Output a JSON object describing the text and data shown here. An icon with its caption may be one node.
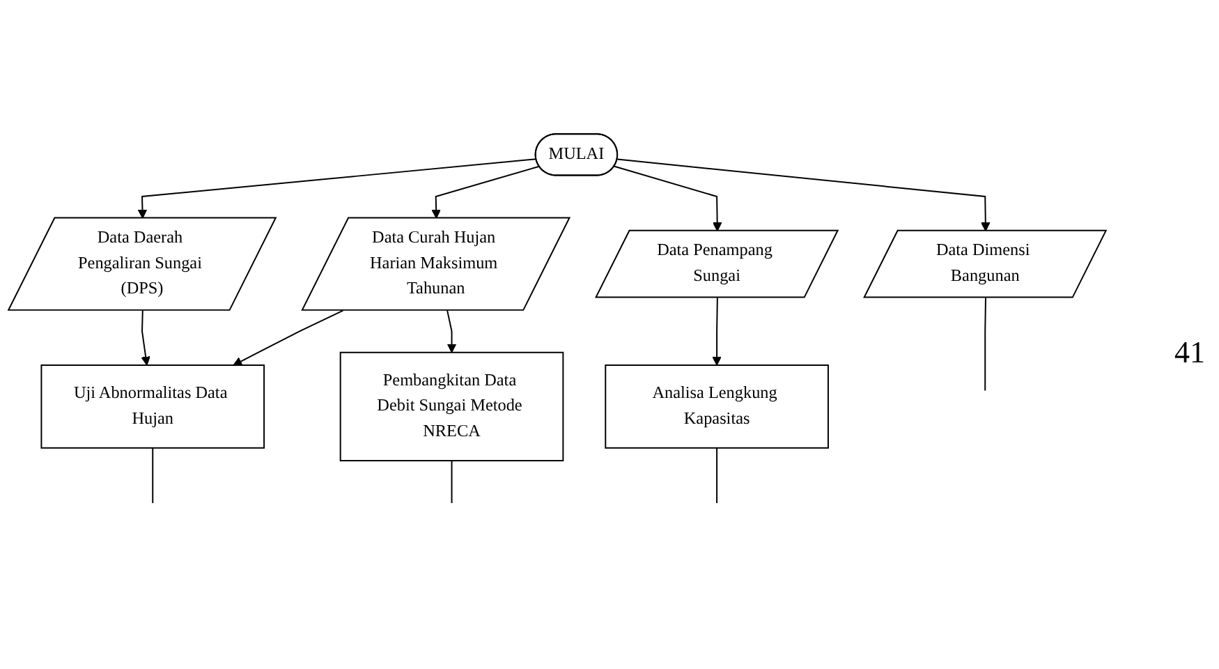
{
  "diagram": {
    "nodes": [
      {
        "text": [
          "MULAI"
        ]
      },
      {
        "text": [
          "Data Daerah Pengaliran Sungai (DPS)"
        ]
      },
      {
        "text": [
          "Data Curah Hujan Harian Maksimum Tahunan"
        ]
      },
      {
        "text": [
          "Data Penampang Sungai"
        ]
      },
      {
        "text": [
          "Data Dimensi Bangunan"
        ]
      },
      {
        "text": [
          "Uji Abnormalitas Data Hujan"
        ]
      },
      {
        "text": [
          "Pembangkitan Data Debit Sungai Metode NRECA"
        ]
      },
      {
        "text": [
          "Analisa Lengkung Kapasitas"
        ]
      }
    ],
    "edges": [
      {
        "from": 0,
        "to": 1,
        "arrow": "to"
      },
      {
        "from": 0,
        "to": 2,
        "arrow": "to"
      },
      {
        "from": 0,
        "to": 3,
        "arrow": "to"
      },
      {
        "from": 0,
        "to": 4,
        "arrow": "to"
      },
      {
        "from": 1,
        "to": 5,
        "arrow": "to"
      },
      {
        "from": 2,
        "to": 5,
        "arrow": "to"
      },
      {
        "from": 2,
        "to": 6,
        "arrow": "to"
      },
      {
        "from": 3,
        "to": 7,
        "arrow": "to"
      },
      {
        "from": 4,
        "to": null,
        "arrow": "none"
      },
      {
        "from": 5,
        "to": null,
        "arrow": "none"
      },
      {
        "from": 6,
        "to": null,
        "arrow": "none"
      },
      {
        "from": 7,
        "to": null,
        "arrow": "none"
      }
    ],
    "labels": [
      "41"
    ]
  }
}
